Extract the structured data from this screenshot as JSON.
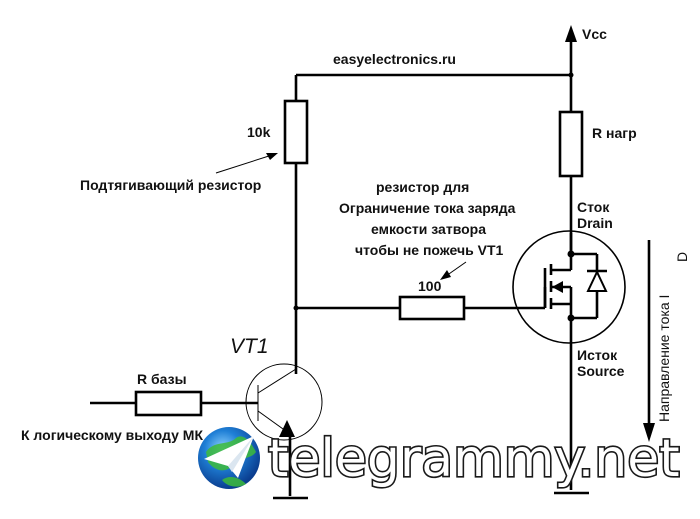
{
  "diagram": {
    "title": "easyelectronics.ru",
    "vcc_label": "Vcc",
    "pullup_resistor": {
      "value_label": "10k",
      "annotation": "Подтягивающий резистор"
    },
    "load_resistor": {
      "label": "R нагр"
    },
    "gate_resistor": {
      "value_label": "100",
      "annotation_lines": [
        "резистор для",
        "Ограничение тока заряда",
        "емкости затвора",
        "чтобы не пожечь VT1"
      ]
    },
    "base_resistor": {
      "label": "R базы"
    },
    "input_label": "К логическому выходу МК",
    "transistor": {
      "label": "VT1"
    },
    "mosfet": {
      "drain_label_ru": "Сток",
      "drain_label_en": "Drain",
      "source_label_ru": "Исток",
      "source_label_en": "Source"
    },
    "current_direction": {
      "label": "Направление тока I",
      "subscript": "D"
    }
  },
  "watermark": {
    "text": "telegrammy.net",
    "icon": "telegram-globe-icon"
  }
}
